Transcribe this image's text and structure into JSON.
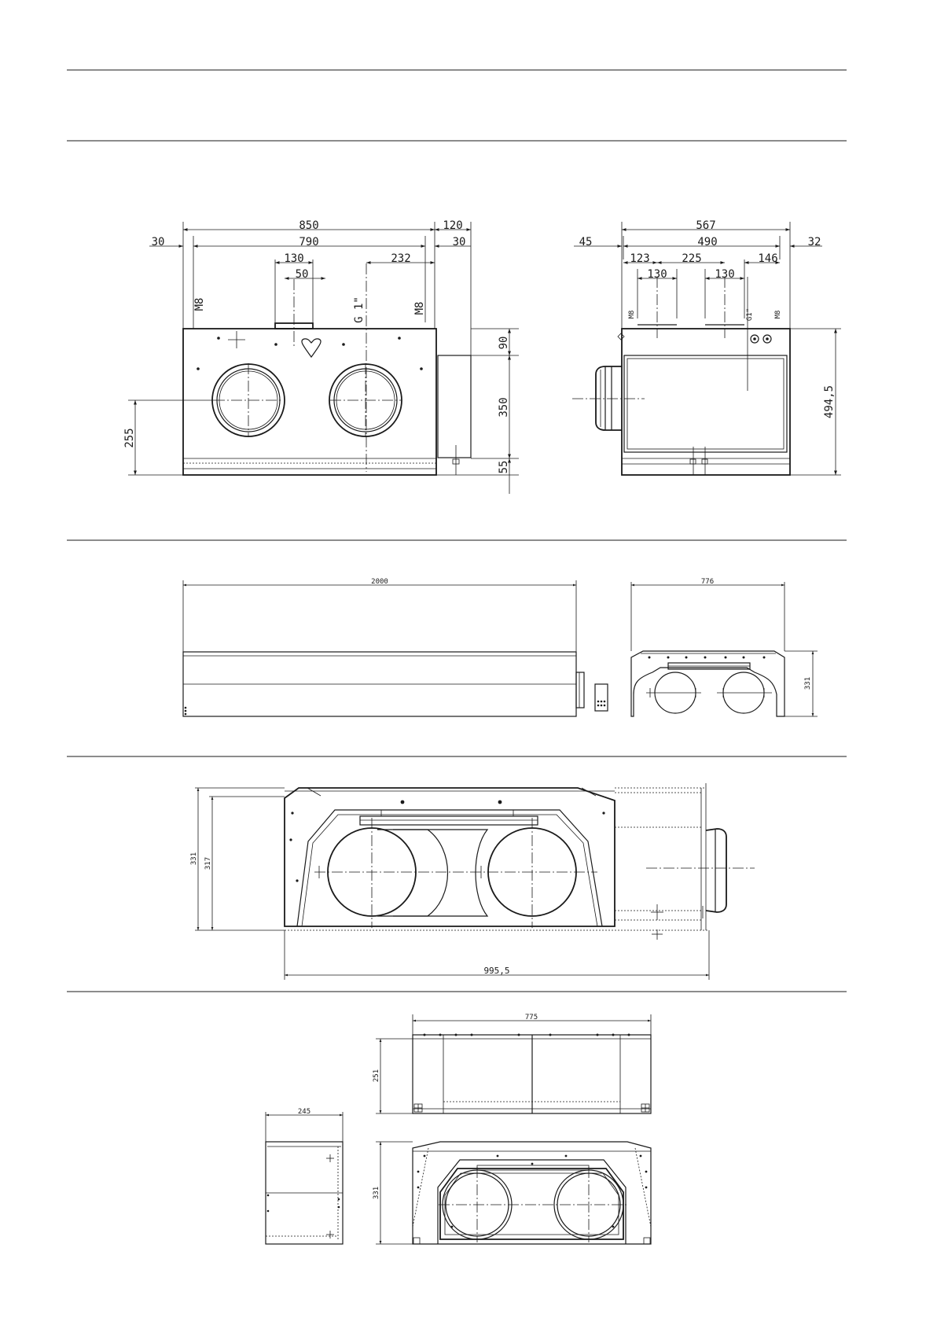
{
  "view1": {
    "dims": {
      "w850": "850",
      "w120": "120",
      "w30l": "30",
      "w790": "790",
      "w30r": "30",
      "w130": "130",
      "w50": "50",
      "w232": "232",
      "m8a": "M8",
      "g1": "G 1\"",
      "m8b": "M8",
      "h90": "90",
      "h350": "350",
      "h55": "55",
      "h255": "255"
    }
  },
  "view2": {
    "dims": {
      "w567": "567",
      "w45": "45",
      "w490": "490",
      "w32": "32",
      "w123": "123",
      "w225": "225",
      "w146": "146",
      "w130a": "130",
      "w130b": "130",
      "m8a": "M8",
      "g1": "G1\"",
      "m8b": "M8",
      "h4945": "494,5"
    }
  },
  "view3": {
    "dims": {
      "w2000": "2000"
    }
  },
  "view4": {
    "dims": {
      "w776": "776",
      "h331": "331"
    }
  },
  "view5": {
    "dims": {
      "h331": "331",
      "h317": "317",
      "w9955": "995,5"
    }
  },
  "view6": {
    "dims": {
      "w775": "775",
      "h251": "251"
    }
  },
  "view7": {
    "dims": {
      "w245": "245"
    }
  },
  "view8": {
    "dims": {
      "h331": "331"
    }
  }
}
